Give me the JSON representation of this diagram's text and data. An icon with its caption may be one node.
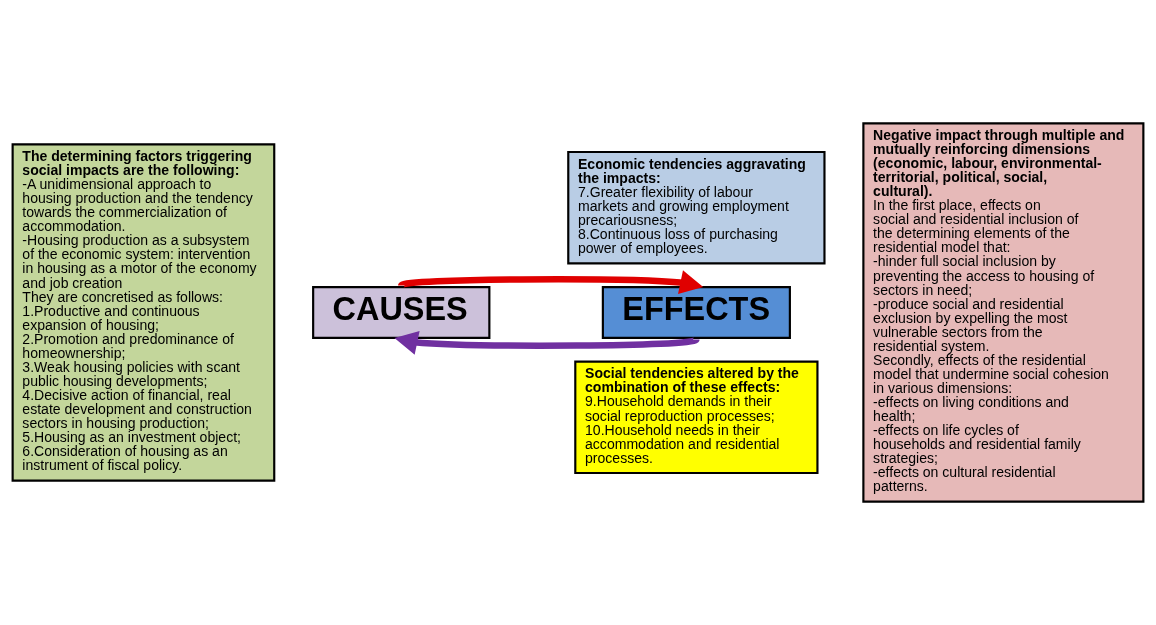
{
  "diagram": {
    "nodes": [
      {
        "text": [
          "The determining factors triggering social impacts are the following:",
          "-A unidimensional approach to housing production and the tendency towards the commercialization of accommodation.",
          "-Housing production as a subsystem of the economic system: intervention in housing as a motor of the economy and job creation",
          "They are concretised as follows:",
          "1.Productive and continuous expansion of housing;",
          "2.Promotion and predominance of homeownership;",
          "3.Weak housing policies with scant public housing developments;",
          "4.Decisive action of financial, real estate development and construction sectors in housing production;",
          "5.Housing as an investment object;",
          "6.Consideration of housing as an instrument of fiscal policy."
        ]
      },
      {
        "text": [
          "Economic tendencies aggravating the impacts:",
          "7.Greater flexibility of labour markets and growing employment precariousness;",
          "8.Continuous loss of purchasing power of employees."
        ]
      },
      {
        "text": [
          "CAUSES"
        ]
      },
      {
        "text": [
          "EFFECTS"
        ]
      },
      {
        "text": [
          "Negative impact through multiple and mutually reinforcing dimensions (economic, labour, environmental-territorial, political, social, cultural).",
          "In the first place, effects on social and residential inclusion of the determining elements of the residential model that:",
          "-hinder full social inclusion by preventing the access to housing of sectors in need;",
          "-produce social and residential exclusion by expelling the most vulnerable sectors from the residential system.",
          "Secondly, effects of the residential model that undermine social cohesion in various dimensions:",
          "-effects on living conditions and health;",
          "-effects on life cycles of households and residential family strategies;",
          "-effects on cultural residential patterns."
        ]
      },
      {
        "text": [
          "Social tendencies altered by the combination of these effects:",
          "9.Household demands in their social reproduction processes;",
          "10.Household needs in their accommodation and residential processes."
        ]
      }
    ],
    "edges": [
      {
        "from": 2,
        "to": 3,
        "arrow": "to",
        "color": "#e00000"
      },
      {
        "from": 3,
        "to": 2,
        "arrow": "to",
        "color": "#7030a0"
      }
    ]
  }
}
